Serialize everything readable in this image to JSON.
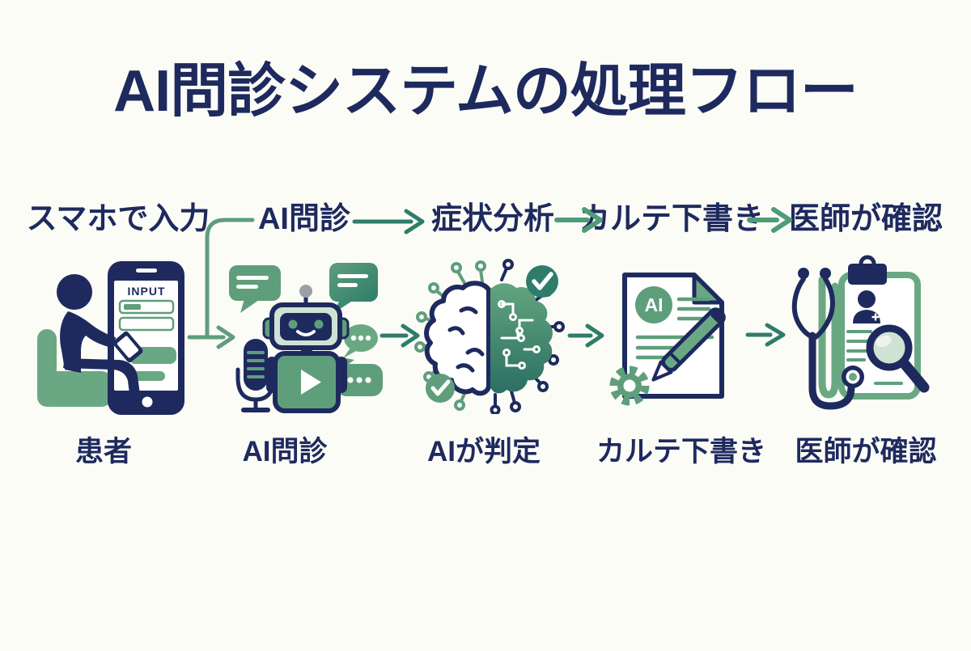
{
  "title": "AI問診システムの処理フロー",
  "colors": {
    "navy": "#1e2a5e",
    "green": "#5f9e7b",
    "light_green": "#6aa884",
    "teal": "#2e7d6a",
    "pale_green": "#cfe2d4",
    "antenna_gray": "#9aa0a6",
    "background": "#fcfcf7"
  },
  "steps": [
    {
      "top_label": "スマホで入力",
      "bottom_label": "患者",
      "icon": "patient-smartphone-icon"
    },
    {
      "top_label": "AI問診",
      "bottom_label": "AI問診",
      "icon": "ai-chatbot-icon"
    },
    {
      "top_label": "症状分析",
      "bottom_label": "AIが判定",
      "icon": "ai-brain-analysis-icon"
    },
    {
      "top_label": "カルテ下書き",
      "bottom_label": "カルテ下書き",
      "icon": "medical-record-draft-icon"
    },
    {
      "top_label": "医師が確認",
      "bottom_label": "医師が確認",
      "icon": "doctor-review-icon"
    }
  ],
  "phone": {
    "screen_heading": "INPUT"
  },
  "document": {
    "badge": "AI"
  },
  "connectors": [
    {
      "name": "elbow-arrow-smartphone-to-chatbot",
      "style": "elbow",
      "color": "green"
    },
    {
      "name": "arrow-interview-to-analysis-top",
      "style": "long",
      "color": "teal"
    },
    {
      "name": "arrow-analysis-to-draft-top",
      "style": "short",
      "color": "green"
    },
    {
      "name": "arrow-draft-to-doctor-top",
      "style": "short",
      "color": "green"
    },
    {
      "name": "arrow-chatbot-to-brain",
      "style": "short",
      "color": "teal"
    },
    {
      "name": "arrow-brain-to-document",
      "style": "short",
      "color": "teal"
    },
    {
      "name": "arrow-document-to-doctor",
      "style": "short",
      "color": "teal"
    }
  ]
}
